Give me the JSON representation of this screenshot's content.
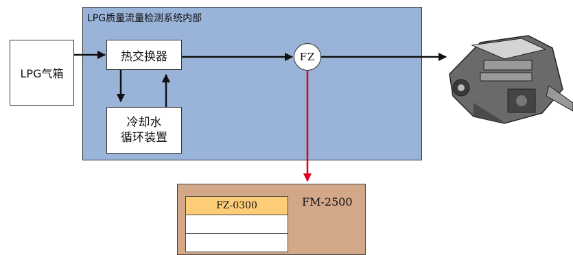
{
  "system": {
    "title": "LPG质量流量检测系统内部"
  },
  "nodes": {
    "tank": "LPG气箱",
    "heat_exchanger": "热交换器",
    "cooling_line1": "冷却水",
    "cooling_line2": "循环装置",
    "flow_sensor": "FZ"
  },
  "meter": {
    "model": "FM-2500",
    "rows": [
      "FZ-0300",
      "",
      ""
    ]
  },
  "colors": {
    "system_fill": "#9ab3d9",
    "meter_fill": "#d2a889",
    "meter_highlight": "#fccc77",
    "signal_line": "#e0001b"
  }
}
